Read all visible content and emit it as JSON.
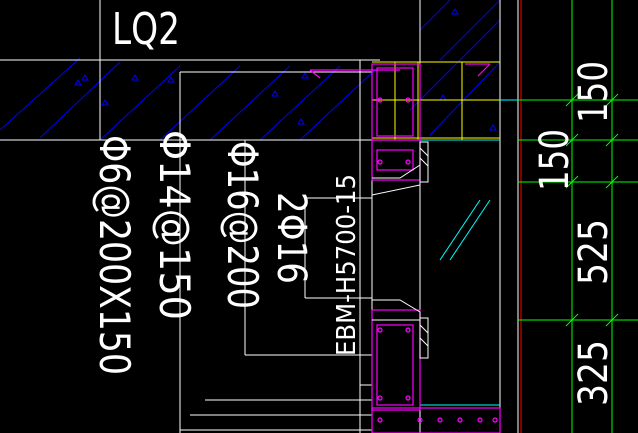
{
  "drawing": {
    "wall_label": "LQ2",
    "rebar_labels": {
      "stirrups": "Φ6@200X150",
      "horizontal_bars": "Φ14@150",
      "vertical_bars": "Φ16@200",
      "beam_bars": "2Φ16",
      "embed_plate": "EBM-H5700-15"
    },
    "dimensions": {
      "dim_top": "150",
      "dim_mid_left": "150",
      "dim_525": "525",
      "dim_325": "325"
    },
    "colors": {
      "background": "#000000",
      "text": "#ffffff",
      "hatch": "#0000ff",
      "outline": "#ffffff",
      "rebar": "#ff00ff",
      "aux_line": "#ffff00",
      "dim_line": "#00ff00",
      "axis_line": "#ff0000",
      "cyan_line": "#00ffff"
    }
  }
}
